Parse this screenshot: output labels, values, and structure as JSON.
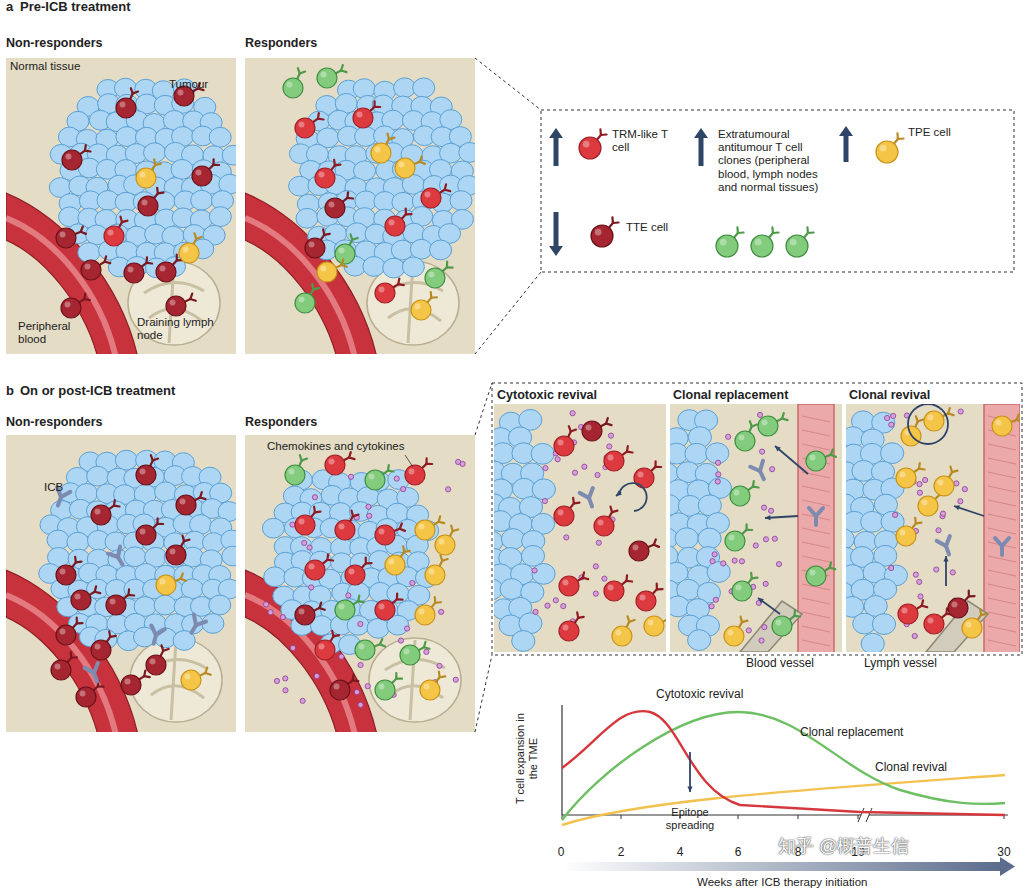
{
  "diagram": {
    "nodes": [
      {
        "text": [
          "Non-responders",
          "Normal tissue",
          "Tumour",
          "Peripheral blood",
          "Draining lymph node"
        ]
      },
      {
        "text": [
          "Responders"
        ]
      },
      {
        "text": [
          "Non-responders",
          "ICB"
        ]
      },
      {
        "text": [
          "Responders",
          "Chemokines and cytokines"
        ]
      },
      {
        "text": [
          "Cytotoxic revival"
        ]
      },
      {
        "text": [
          "Clonal replacement"
        ]
      },
      {
        "text": [
          "Clonal revival"
        ]
      }
    ],
    "labels": [
      "a",
      "Pre-ICB treatment",
      "b",
      "On or post-ICB treatment",
      "Blood vessel",
      "Lymph vessel",
      "T cell expansion in the TME",
      "Cytotoxic revival",
      "Clonal replacement",
      "Clonal revival",
      "Epitope spreading",
      "0",
      "2",
      "4",
      "6",
      "8",
      "10",
      "30",
      "Weeks after ICB therapy initiation",
      "知乎 @概普生信"
    ],
    "legend": [
      {
        "text": "TRM-like T cell"
      },
      {
        "text": "Extratumoural antitumour T cell clones (peripheral blood, lymph nodes and normal tissues)"
      },
      {
        "text": "TPE cell"
      },
      {
        "text": "TTE cell"
      }
    ]
  }
}
